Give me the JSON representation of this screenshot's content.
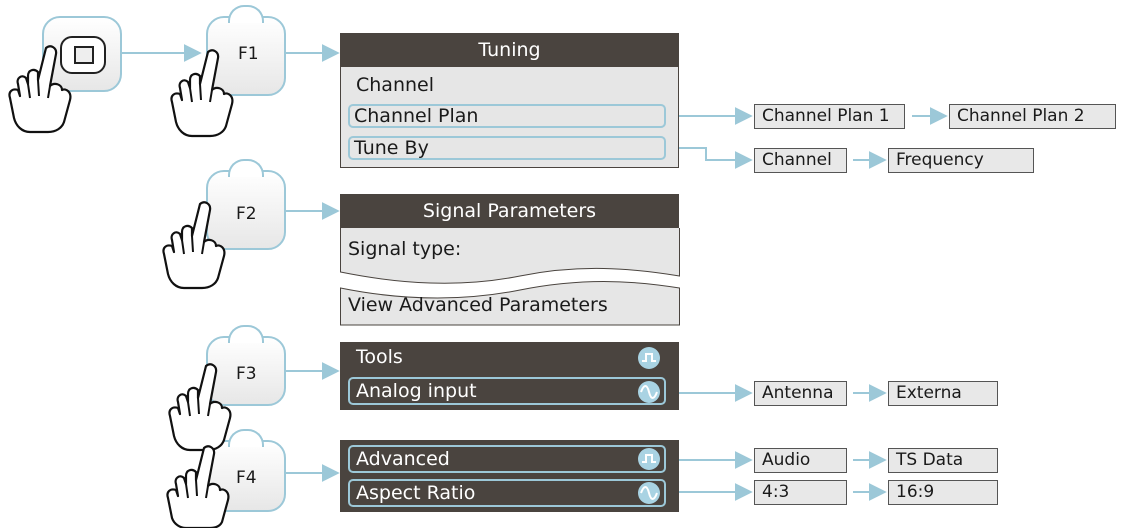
{
  "keys": {
    "f1": "F1",
    "f2": "F2",
    "f3": "F3",
    "f4": "F4"
  },
  "tuning": {
    "title": "Tuning",
    "items": [
      "Channel",
      "Channel Plan",
      "Tune By"
    ]
  },
  "channel_plan_options": [
    "Channel Plan 1",
    "Channel Plan 2"
  ],
  "tune_by_options": [
    "Channel",
    "Frequency"
  ],
  "signal": {
    "title": "Signal Parameters",
    "signal_type": "Signal type:",
    "advanced": "View Advanced Parameters"
  },
  "tools": {
    "title": "Tools",
    "analog_input": "Analog input"
  },
  "analog_options": [
    "Antenna",
    "Externa"
  ],
  "advanced_menu": {
    "advanced": "Advanced",
    "aspect_ratio": "Aspect Ratio"
  },
  "advanced_options": [
    "Audio",
    "TS Data"
  ],
  "aspect_options": [
    "4:3",
    "16:9"
  ],
  "icons": {
    "square_wave": "square-wave-icon",
    "sine_wave": "sine-wave-icon"
  },
  "colors": {
    "accent": "#9cc8d8",
    "panel_dark": "#4a443f",
    "panel_light": "#e6e6e6"
  }
}
